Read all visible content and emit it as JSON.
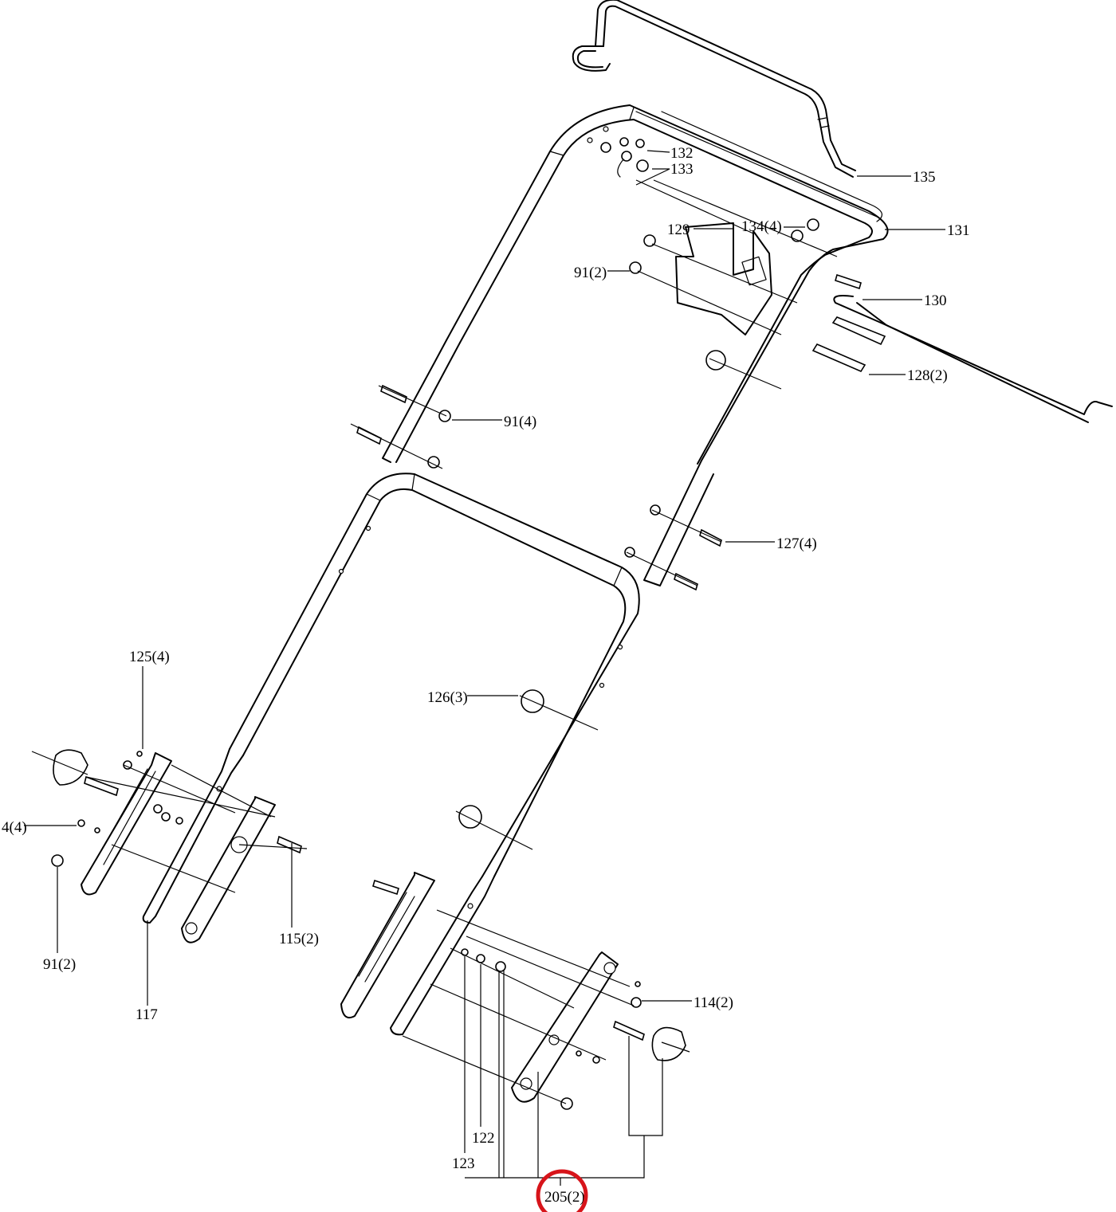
{
  "callouts": {
    "c132": "132",
    "c133": "133",
    "c135": "135",
    "c129": "129",
    "c134": "134(4)",
    "c131": "131",
    "c91a": "91(2)",
    "c130": "130",
    "c128": "128(2)",
    "c91b": "91(4)",
    "c127": "127(4)",
    "c125": "125(4)",
    "c126": "126(3)",
    "c4": "4(4)",
    "c91c": "91(2)",
    "c115": "115(2)",
    "c117": "117",
    "c114": "114(2)",
    "c122": "122",
    "c123": "123",
    "c205": "205(2)"
  },
  "highlight": {
    "target": "205(2)",
    "color": "#d7141a"
  }
}
